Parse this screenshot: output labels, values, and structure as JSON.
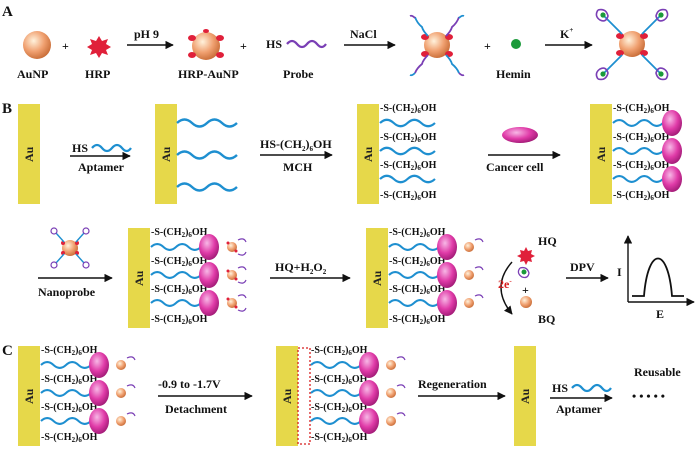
{
  "panels": {
    "a": "A",
    "b": "B",
    "c": "C"
  },
  "panel_a": {
    "aunp": "AuNP",
    "hrp": "HRP",
    "ph": "pH 9",
    "hrp_aunp": "HRP-AuNP",
    "hs": "HS",
    "probe": "Probe",
    "nacl": "NaCl",
    "hemin": "Hemin",
    "k": "K",
    "k_sup": "+",
    "plus": "+"
  },
  "panel_b": {
    "au": "Au",
    "hs": "HS",
    "aptamer": "Aptamer",
    "mch_formula": "HS-(CH",
    "mch_sub": "2",
    "mch_tail": ")",
    "mch_sub2": "6",
    "mch_end": "OH",
    "mch": "MCH",
    "cancer_cell": "Cancer cell",
    "nanoprobe": "Nanoprobe",
    "hq_h2o2": "HQ+H",
    "h2o2_sub": "2",
    "h2o2_o": "O",
    "h2o2_sub2": "2",
    "hq": "HQ",
    "bq": "BQ",
    "electrons": "2e",
    "electrons_sup": "-",
    "dpv": "DPV",
    "axis_i": "I",
    "axis_e": "E"
  },
  "sam_label": {
    "prefix": "-S-(CH",
    "sub1": "2",
    "mid": ")",
    "sub2": "6",
    "end": "OH"
  },
  "panel_c": {
    "au": "Au",
    "voltage": "-0.9 to -1.7V",
    "detachment": "Detachment",
    "regeneration": "Regeneration",
    "hs": "HS",
    "aptamer": "Aptamer",
    "reusable": "Reusable",
    "dots": "• • • • •"
  },
  "colors": {
    "gold_np": "#f0a070",
    "hrp": "#e0203a",
    "strand": "#1e8fd0",
    "linker": "#7a3fb5",
    "hemin": "#1a9a3a",
    "electrode": "#e6d84a",
    "cell": "#e03ba8",
    "arrow": "#111111",
    "detach_box": "#d81e1e"
  }
}
